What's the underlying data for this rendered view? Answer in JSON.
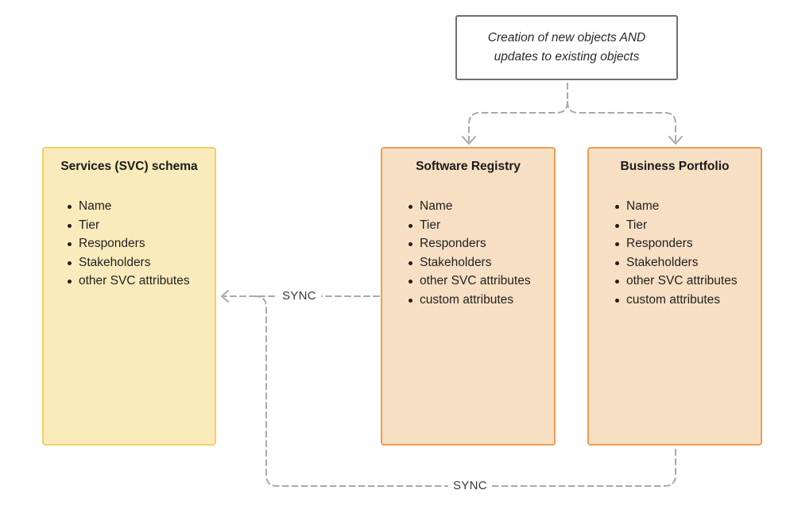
{
  "note": {
    "line1": "Creation of new objects AND",
    "line2": "updates to existing objects"
  },
  "boxes": {
    "services": {
      "title": "Services (SVC) schema",
      "items": [
        "Name",
        "Tier",
        "Responders",
        "Stakeholders",
        "other SVC attributes"
      ]
    },
    "software_registry": {
      "title": "Software Registry",
      "items": [
        "Name",
        "Tier",
        "Responders",
        "Stakeholders",
        "other SVC attributes",
        "custom attributes"
      ]
    },
    "business_portfolio": {
      "title": "Business Portfolio",
      "items": [
        "Name",
        "Tier",
        "Responders",
        "Stakeholders",
        "other SVC attributes",
        "custom attributes"
      ]
    }
  },
  "connectors": {
    "sync_top_label": "SYNC",
    "sync_bottom_label": "SYNC"
  },
  "colors": {
    "services_fill": "#f9ebbb",
    "services_border": "#f2cf61",
    "catalog_fill": "#f7dfc4",
    "catalog_border": "#ec9f4f",
    "connector": "#a9a9a9"
  }
}
